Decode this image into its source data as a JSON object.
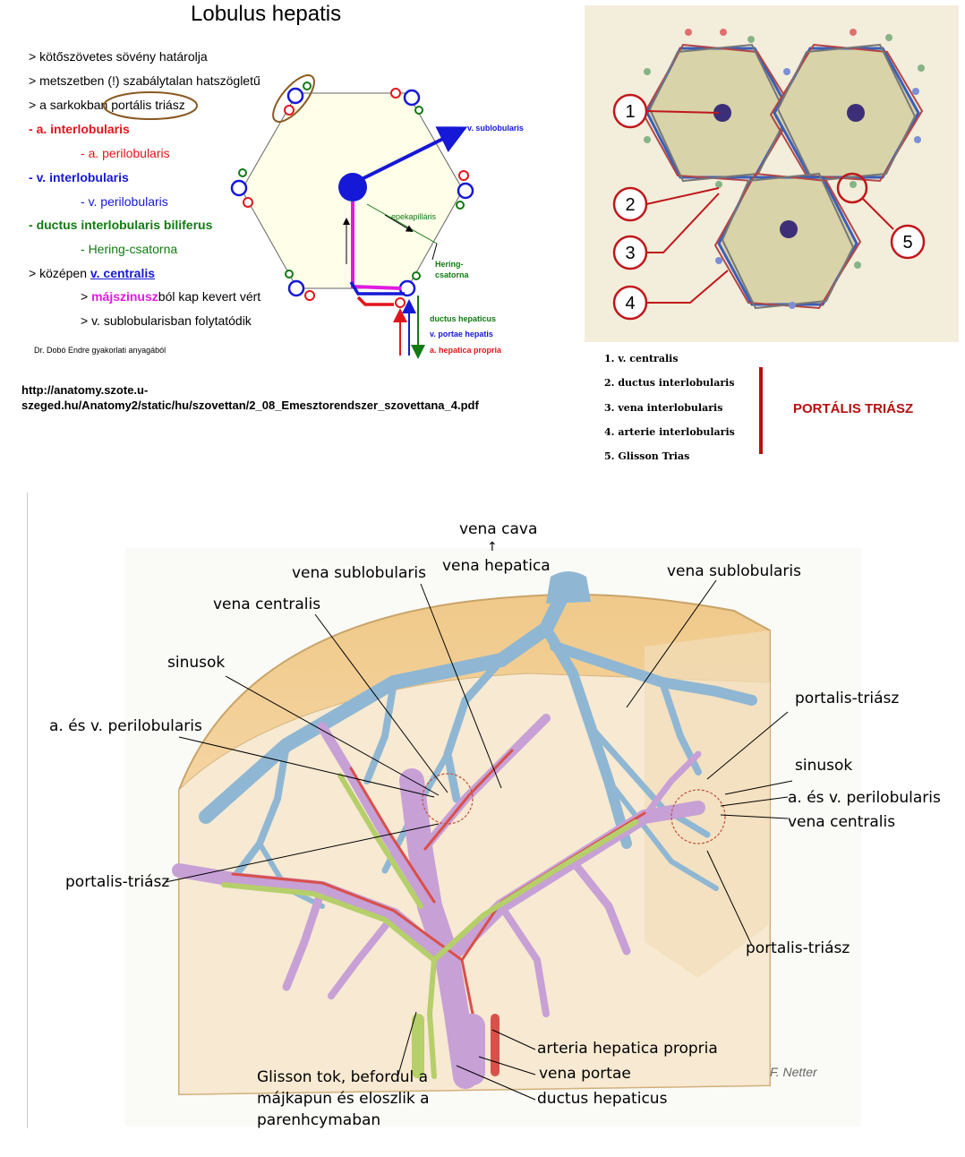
{
  "lobulus": {
    "title": "Lobulus hepatis",
    "items": [
      {
        "prefix": "> ",
        "text": "kötőszövetes sövény határolja"
      },
      {
        "prefix": "> ",
        "text": "metszetben (!) szabálytalan hatszögletű"
      },
      {
        "prefix": "> ",
        "text": "a sarkokban ",
        "extra": "portális triász"
      },
      {
        "prefix": "- ",
        "text": "a. interlobularis"
      },
      {
        "prefix": "- ",
        "text": "a. perilobularis"
      },
      {
        "prefix": "- ",
        "text": "v. interlobularis"
      },
      {
        "prefix": "- ",
        "text": "v. perilobularis"
      },
      {
        "prefix": "- ",
        "text": "ductus interlobularis biliferus"
      },
      {
        "prefix": "- ",
        "text": "Hering-csatorna"
      },
      {
        "prefix": "> ",
        "text": "középen ",
        "extra": "v. centralis"
      },
      {
        "prefix": "> ",
        "text": "májszinusz",
        "extra": "ból kap kevert vért"
      },
      {
        "prefix": "> ",
        "text": "v. sublobularisban folytatódik"
      }
    ],
    "credit": "Dr. Dobó Endre gyakorlati anyagából",
    "url_line1": "http://anatomy.szote.u-",
    "url_line2": "szeged.hu/Anatomy2/static/hu/szovettan/2_08_Emesztorendszer_szovettana_4.pdf",
    "diagram_labels": {
      "v_sublobularis": "v. sublobularis",
      "epekapillaris": "epekapilláris",
      "hering1": "Hering-",
      "hering2": "csatorna",
      "ductus_hepaticus": "ductus hepaticus",
      "v_portae": "v. portae hepatis",
      "a_hepatica": "a. hepatica propria"
    }
  },
  "triad": {
    "numbers": [
      "1",
      "2",
      "3",
      "4",
      "5"
    ],
    "legend": [
      "1. v. centralis",
      "2. ductus interlobularis",
      "3. vena interlobularis",
      "4. arterie interlobularis",
      "5. Glisson Trias"
    ],
    "title": "PORTÁLIS TRIÁSZ"
  },
  "netter": {
    "labels": {
      "vena_cava": "vena cava",
      "arrow": "↑",
      "vena_hepatica": "vena hepatica",
      "vena_sublob_left": "vena sublobularis",
      "vena_sublob_right": "vena sublobularis",
      "vena_centralis_left": "vena centralis",
      "sinusok_left": "sinusok",
      "perilob_left": "a. és v. perilobularis",
      "portalis_right_top": "portalis-triász",
      "sinusok_right": "sinusok",
      "perilob_right": "a. és v. perilobularis",
      "vena_centralis_right": "vena centralis",
      "portalis_left": "portalis-triász",
      "portalis_right_bottom": "portalis-triász",
      "arteria_hepatica": "arteria hepatica propria",
      "vena_portae": "vena portae",
      "ductus_hepaticus": "ductus hepaticus",
      "glisson1": "Glisson tok, befordul a",
      "glisson2": "májkapun és eloszlik a",
      "glisson3": "parenhcymaban"
    }
  },
  "colors": {
    "red": "#e0161b",
    "blue": "#1518d6",
    "green": "#127a12",
    "magenta": "#e01ae0",
    "hex_fill": "#fefee9",
    "panel_bg": "#f3eddb",
    "lobule_fill": "#d8d3a8",
    "triad_title": "#b80f0f"
  }
}
